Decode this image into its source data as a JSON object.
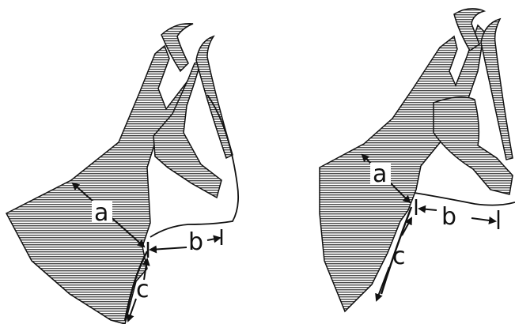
{
  "colors": {
    "ink": "#111111",
    "hatch": "#4a4a4a",
    "background": "#ffffff"
  },
  "left_figure": {
    "label_a": "a",
    "label_b": "b",
    "label_c": "c"
  },
  "right_figure": {
    "label_a": "a",
    "label_b": "b",
    "label_c": "c"
  }
}
